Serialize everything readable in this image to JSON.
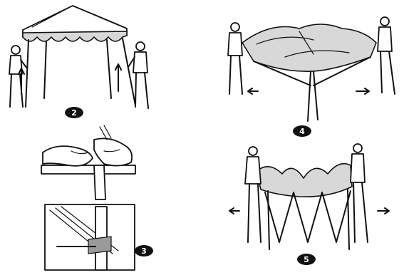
{
  "steps": [
    {
      "number": "2"
    },
    {
      "number": "3"
    },
    {
      "number": "4"
    },
    {
      "number": "5"
    }
  ],
  "colors": {
    "ink": "#111111",
    "background": "#ffffff",
    "shade": "#d8d8d8"
  }
}
